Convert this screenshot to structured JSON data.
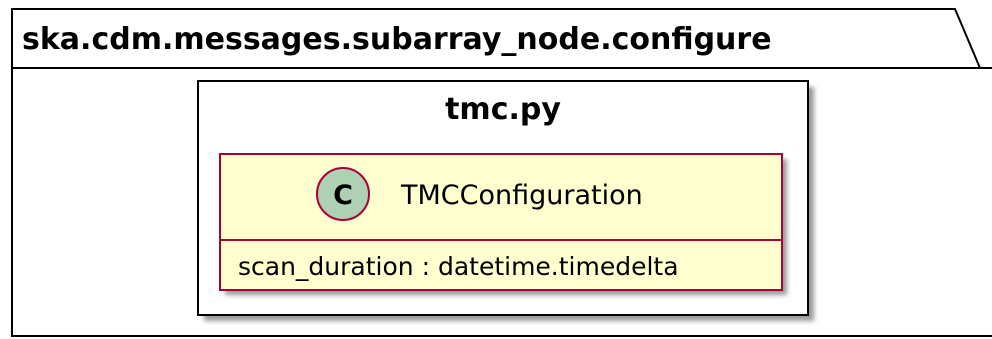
{
  "package": {
    "name": "ska.cdm.messages.subarray_node.configure"
  },
  "module": {
    "name": "tmc.py"
  },
  "class": {
    "stereotype_letter": "C",
    "name": "TMCConfiguration",
    "attributes": [
      "scan_duration : datetime.timedelta"
    ]
  },
  "colors": {
    "class_fill": "#FEFECE",
    "class_border": "#A80036",
    "badge_fill": "#ADD1B2",
    "outline": "#000000",
    "shadow": "#9a9a9a"
  }
}
